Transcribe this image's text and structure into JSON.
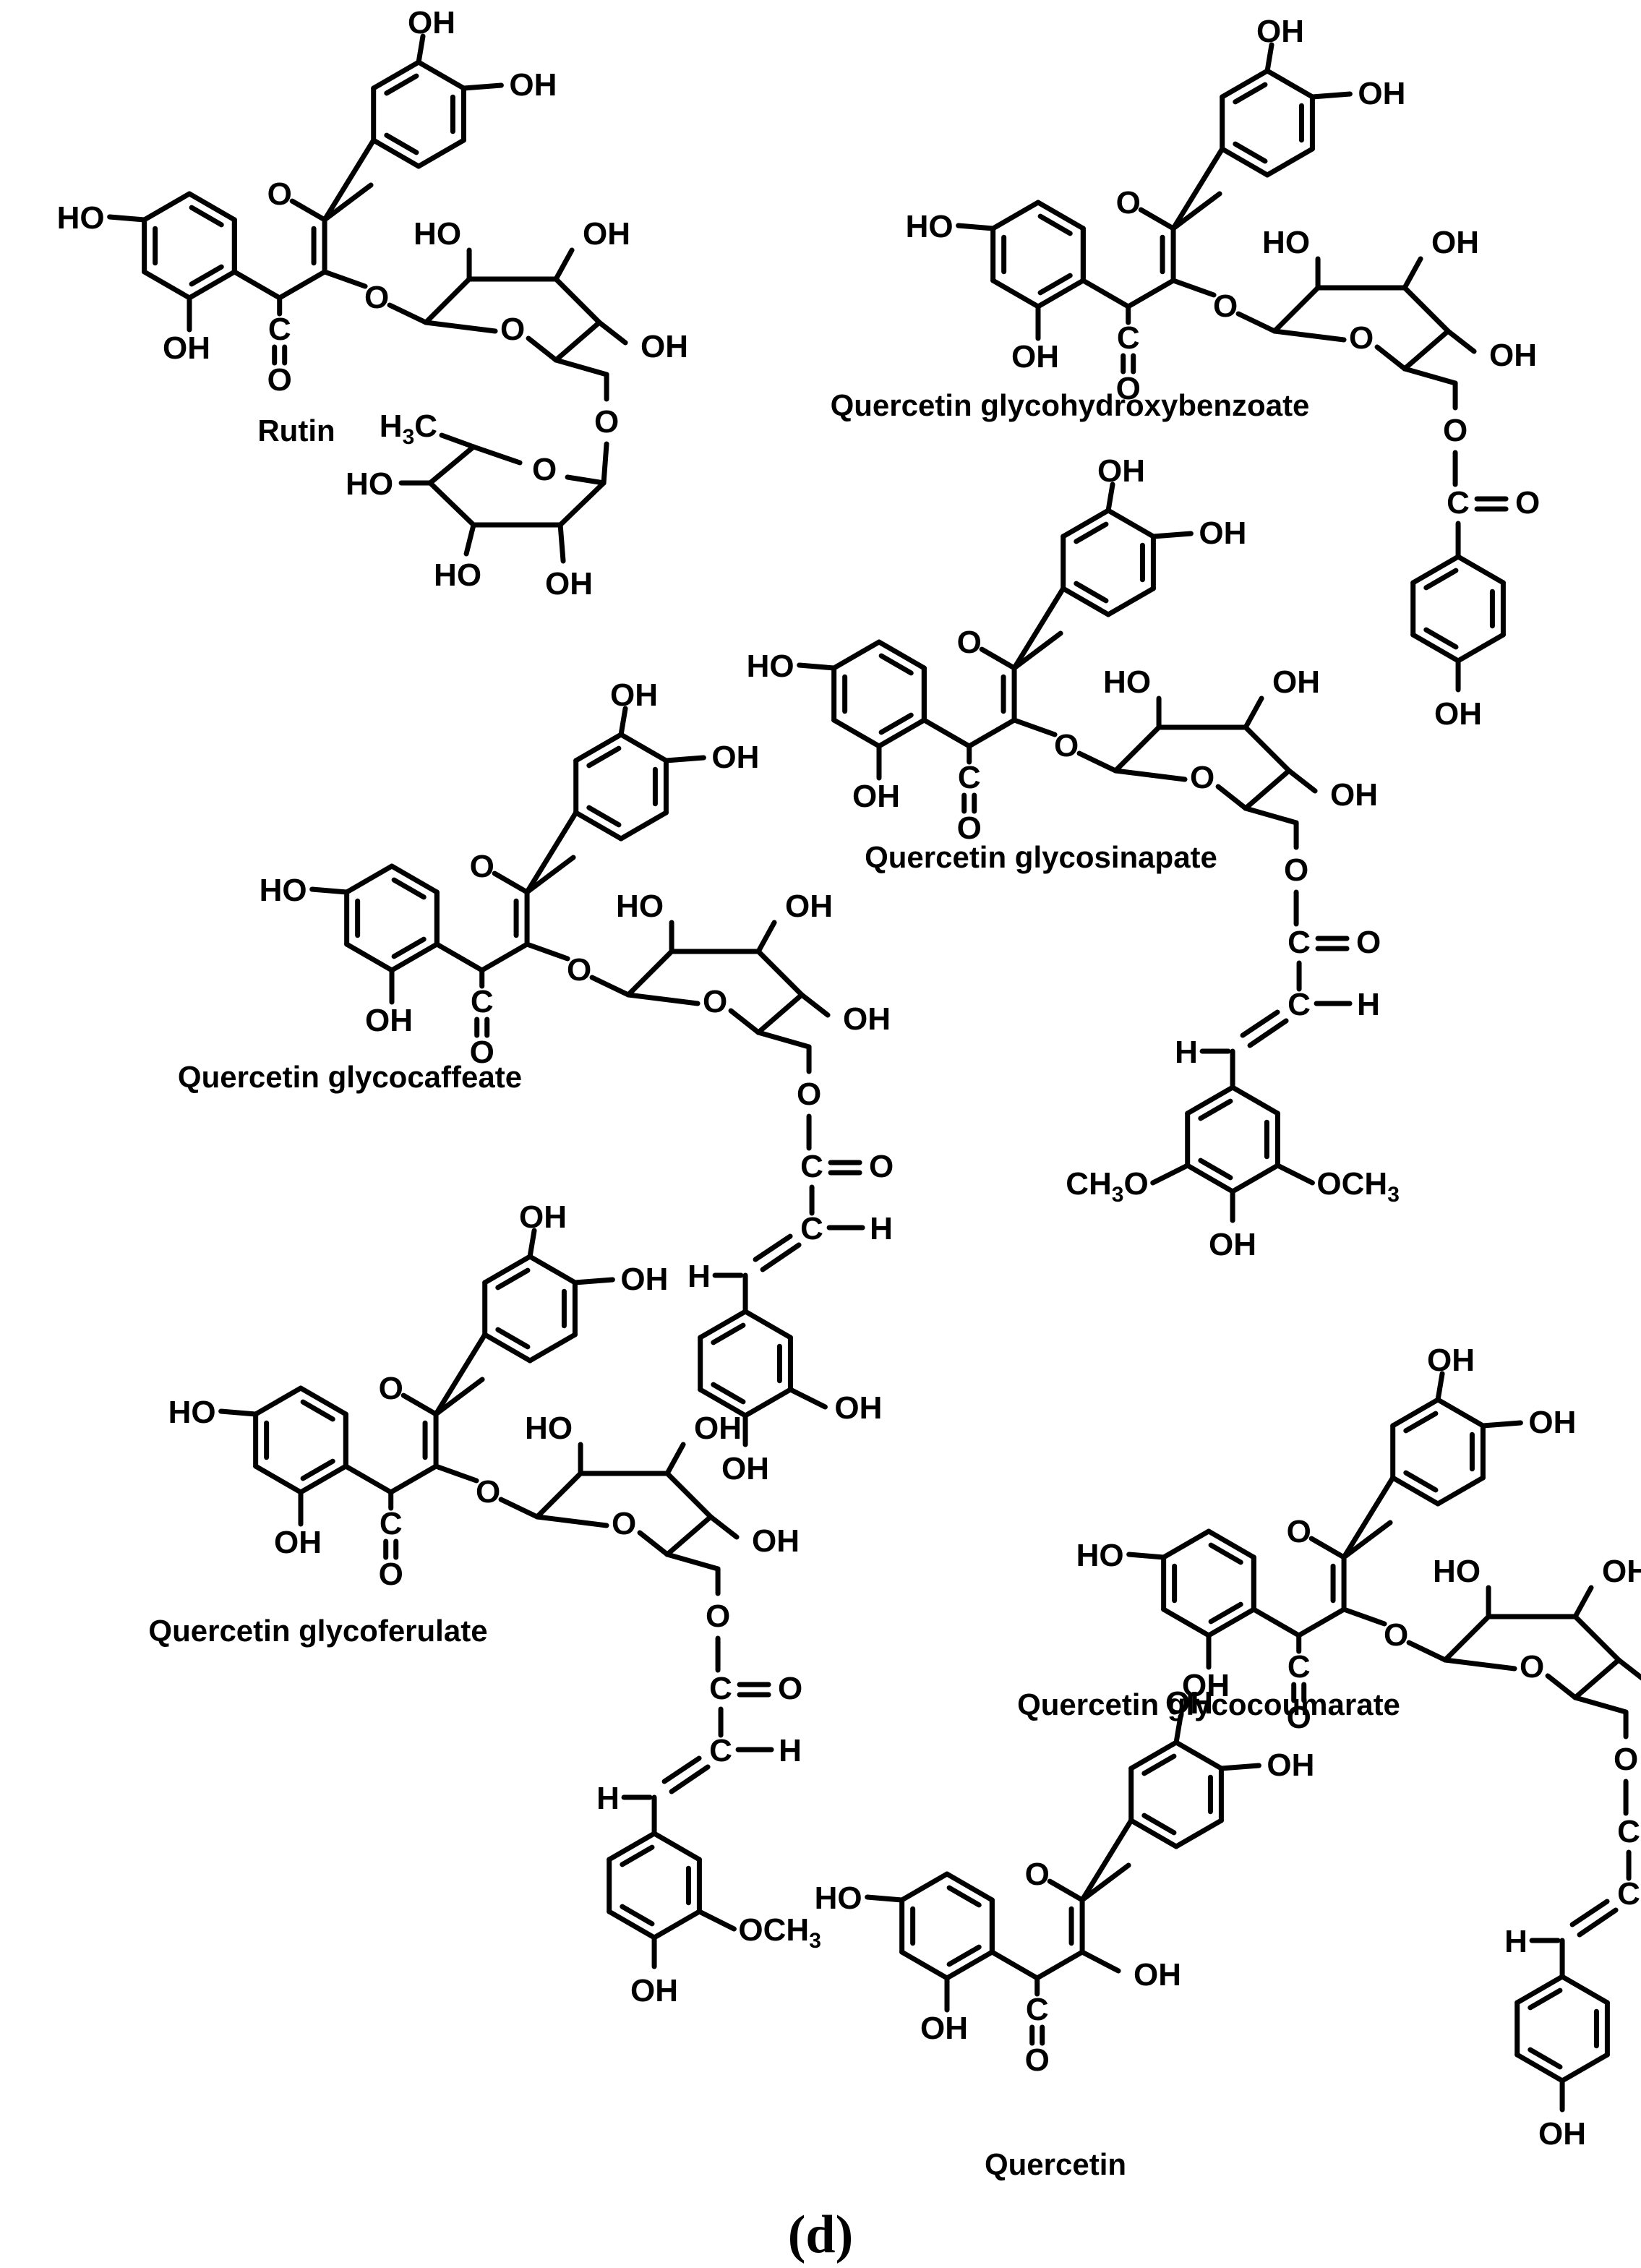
{
  "figure": {
    "panel_label": "(d)",
    "atoms": {
      "OH": "OH",
      "HO": "HO",
      "O": "O",
      "C": "C",
      "H": "H",
      "H3C": "H",
      "H3C_sub": "3",
      "H3C_tail": "C",
      "CH3O": "CH",
      "CH3O_sub": "3",
      "CH3O_tail": "O",
      "OCH3": "OCH",
      "OCH3_sub": "3"
    },
    "molecules": [
      {
        "id": "rutin",
        "name": "Rutin"
      },
      {
        "id": "quercetin-glycohydroxybenzoate",
        "name": "Quercetin glycohydroxybenzoate"
      },
      {
        "id": "quercetin-glycosinapate",
        "name": "Quercetin glycosinapate"
      },
      {
        "id": "quercetin-glycocaffeate",
        "name": "Quercetin glycocaffeate"
      },
      {
        "id": "quercetin-glycoferulate",
        "name": "Quercetin glycoferulate"
      },
      {
        "id": "quercetin-glycocoumarate",
        "name": "Quercetin glycocoumarate"
      },
      {
        "id": "quercetin",
        "name": "Quercetin"
      }
    ]
  }
}
